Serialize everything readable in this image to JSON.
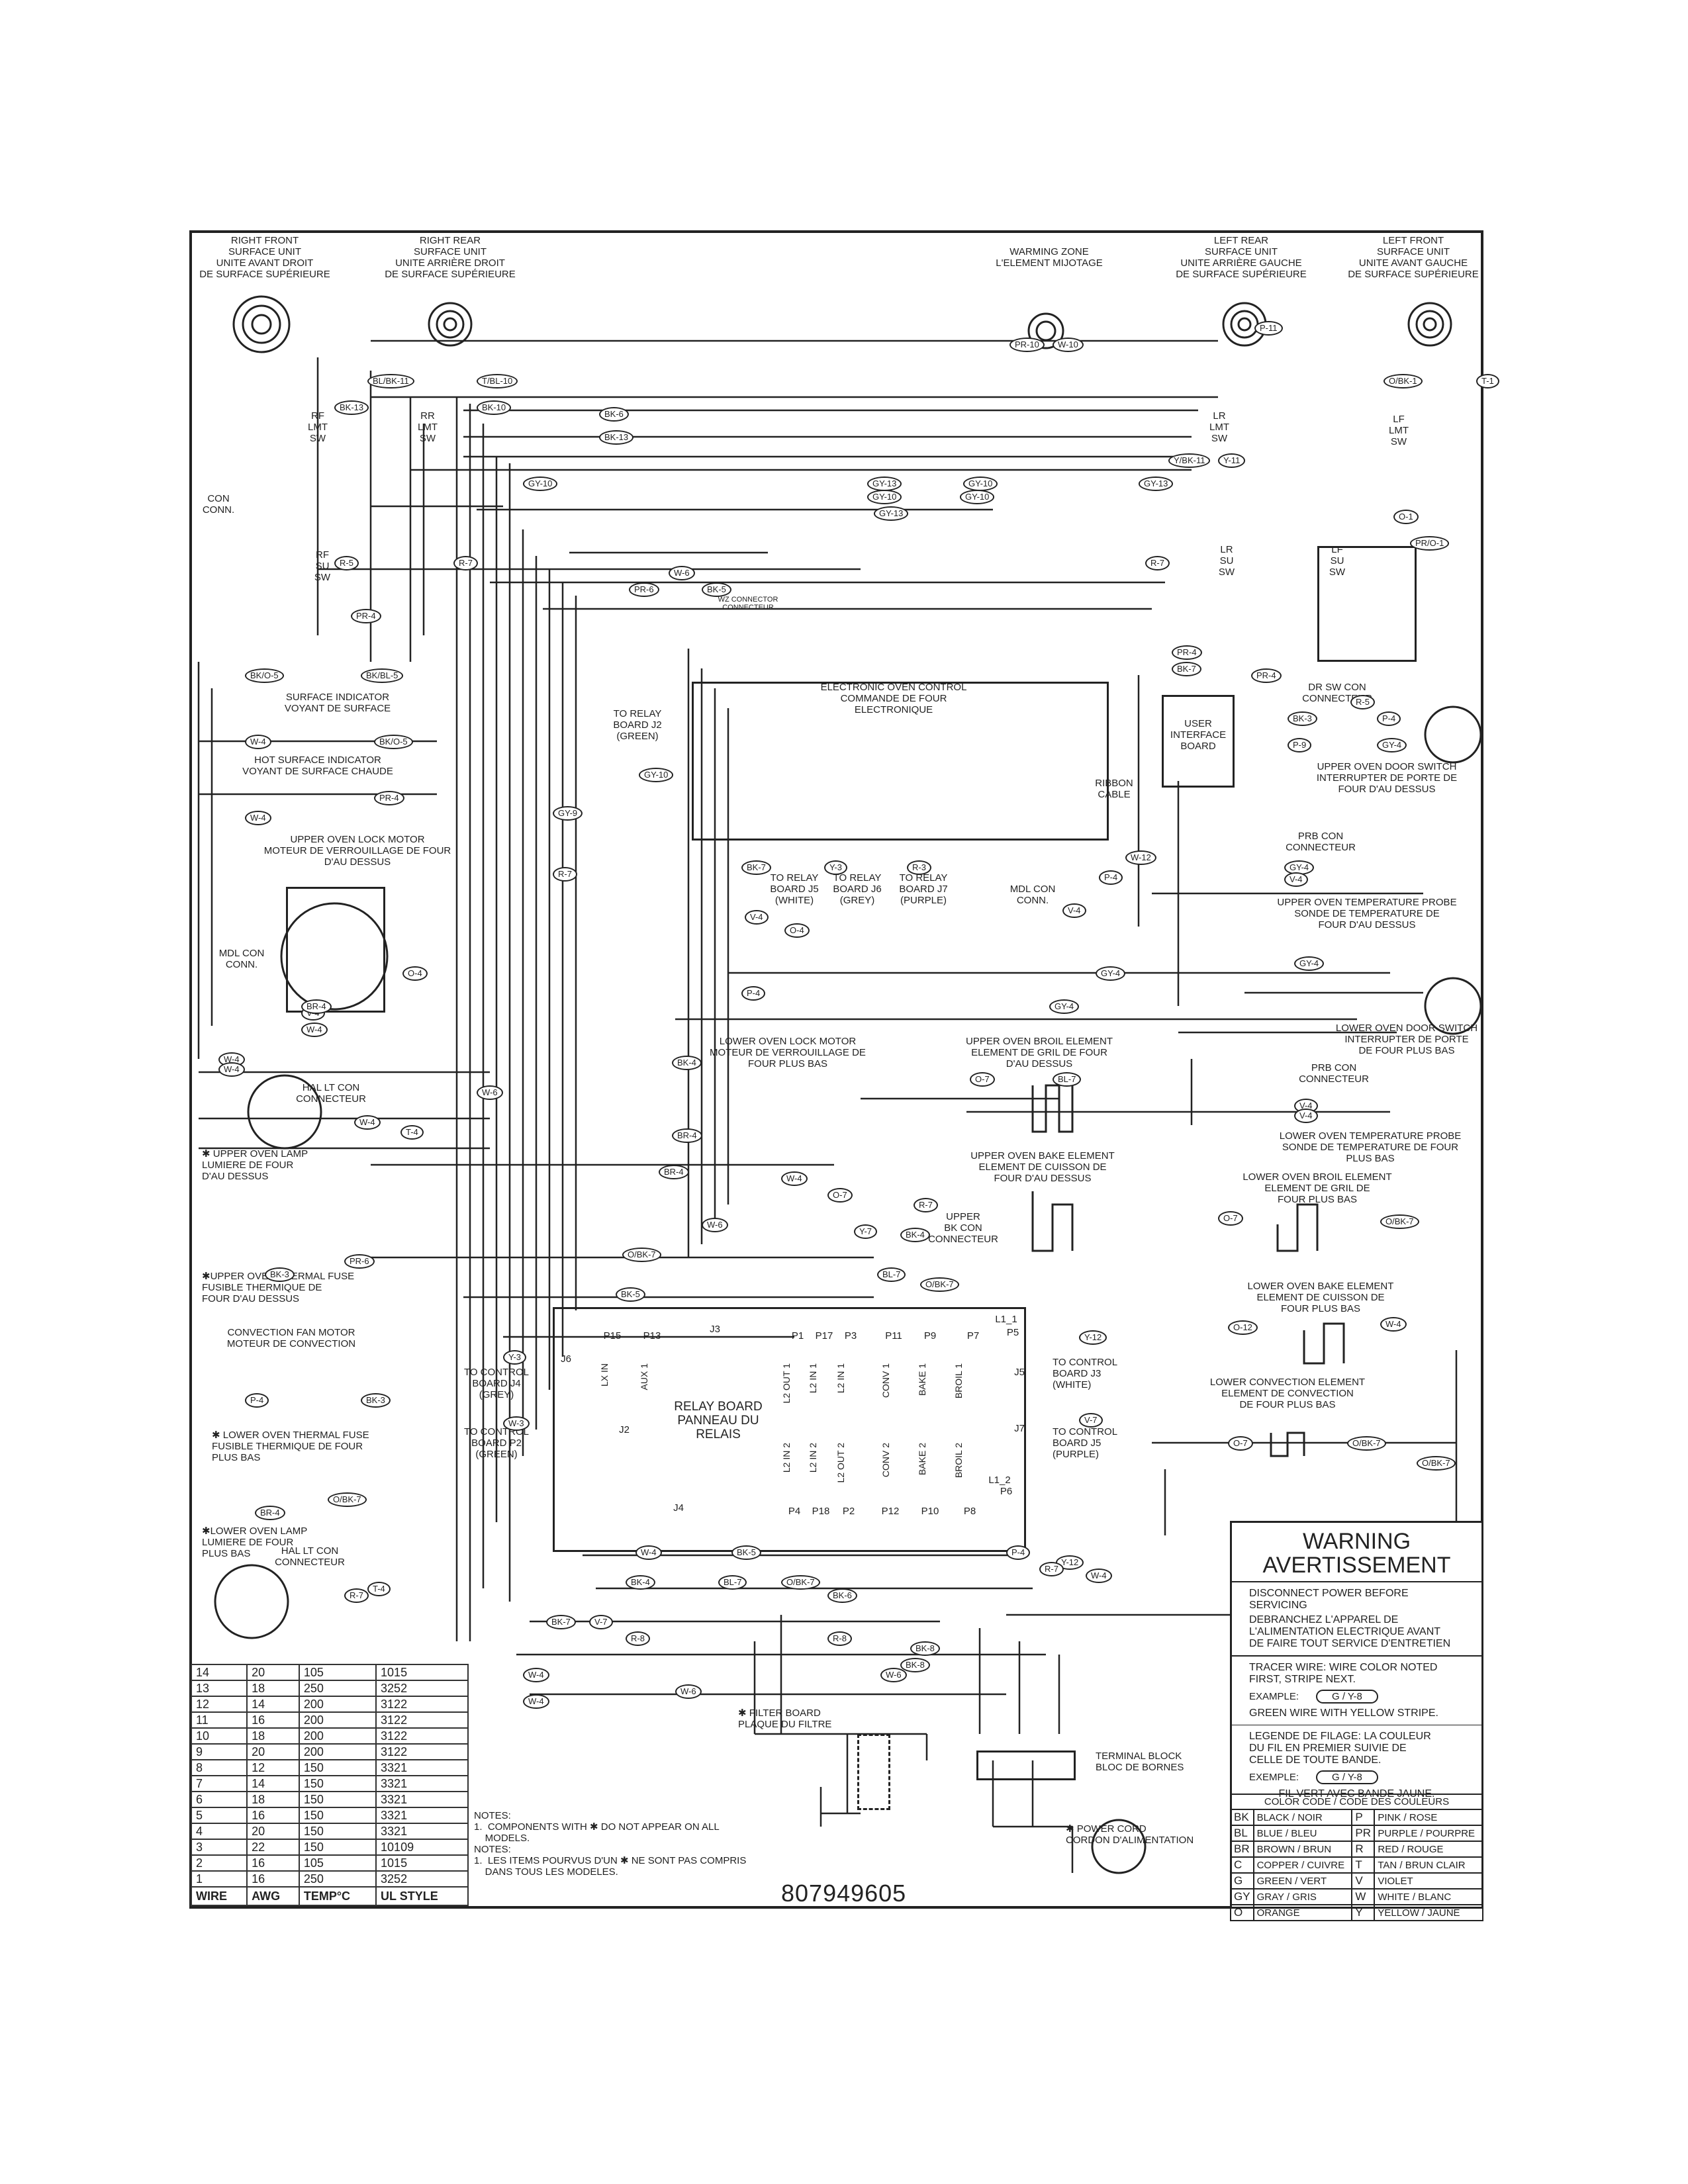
{
  "components": {
    "rf_unit": "RIGHT FRONT\nSURFACE UNIT\nUNITE AVANT DROIT\nDE SURFACE SUPÉRIEURE",
    "rr_unit": "RIGHT REAR\nSURFACE UNIT\nUNITE ARRIÈRE DROIT\nDE SURFACE SUPÉRIEURE",
    "warming": "WARMING ZONE\nL'ELEMENT MIJOTAGE",
    "lr_unit": "LEFT REAR\nSURFACE UNIT\nUNITE ARRIÈRE GAUCHE\nDE SURFACE SUPÉRIEURE",
    "lf_unit": "LEFT FRONT\nSURFACE UNIT\nUNITE AVANT GAUCHE\nDE SURFACE SUPÉRIEURE",
    "con_conn": "CON\nCONN.",
    "rf_lmt": "RF\nLMT\nSW",
    "rr_lmt": "RR\nLMT\nSW",
    "lr_lmt": "LR\nLMT\nSW",
    "lf_lmt": "LF\nLMT\nSW",
    "rf_su": "RF\nSU\nSW",
    "lr_su": "LR\nSU\nSW",
    "lf_su": "LF\nSU\nSW",
    "wz_conn": "WZ CONNECTOR\nCONNECTEUR",
    "surface_indicator": "SURFACE INDICATOR\nVOYANT DE SURFACE",
    "hot_surface": "HOT SURFACE INDICATOR\nVOYANT DE SURFACE CHAUDE",
    "eoc": "ELECTRONIC OVEN CONTROL\nCOMMANDE DE FOUR\nELECTRONIQUE",
    "to_relay_j2": "TO RELAY\nBOARD J2\n(GREEN)",
    "user_interface": "USER\nINTERFACE\nBOARD",
    "ribbon": "RIBBON\nCABLE",
    "to_relay_j5": "TO RELAY\nBOARD J5\n(WHITE)",
    "to_relay_j6": "TO RELAY\nBOARD J6\n(GREY)",
    "to_relay_j7": "TO RELAY\nBOARD J7\n(PURPLE)",
    "mdl_con": "MDL CON\nCONN.",
    "dr_sw_con": "DR SW CON\nCONNECTEUR",
    "upper_door_switch": "UPPER OVEN DOOR SWITCH\nINTERRUPTER DE PORTE DE\nFOUR D'AU DESSUS",
    "prb_con_upper": "PRB CON\nCONNECTEUR",
    "upper_probe": "UPPER OVEN TEMPERATURE PROBE\nSONDE DE TEMPERATURE DE\nFOUR D'AU DESSUS",
    "upper_lock_motor": "UPPER OVEN LOCK MOTOR\nMOTEUR DE VERROUILLAGE DE FOUR\nD'AU DESSUS",
    "mdl_con_left": "MDL CON\nCONN.",
    "lower_door_switch": "LOWER OVEN DOOR SWITCH\nINTERRUPTER DE PORTE\nDE FOUR PLUS BAS",
    "lower_lock_motor": "LOWER OVEN LOCK MOTOR\nMOTEUR DE VERROUILLAGE DE\nFOUR PLUS BAS",
    "upper_broil": "UPPER OVEN BROIL ELEMENT\nELEMENT DE GRIL DE FOUR\nD'AU DESSUS",
    "prb_con_lower": "PRB CON\nCONNECTEUR",
    "lower_probe": "LOWER OVEN TEMPERATURE PROBE\nSONDE DE TEMPERATURE DE FOUR\nPLUS BAS",
    "hal_lt_upper": "HAL LT CON\nCONNECTEUR",
    "upper_lamp": "✱ UPPER OVEN LAMP\nLUMIERE DE FOUR\nD'AU DESSUS",
    "upper_bake": "UPPER OVEN BAKE ELEMENT\nELEMENT DE CUISSON DE\nFOUR D'AU DESSUS",
    "upper_bk_con": "UPPER\nBK CON\nCONNECTEUR",
    "lower_broil": "LOWER OVEN BROIL ELEMENT\nELEMENT DE GRIL DE\nFOUR PLUS BAS",
    "upper_fuse": "✱UPPER OVEN THERMAL FUSE\nFUSIBLE THERMIQUE DE\nFOUR D'AU DESSUS",
    "conv_fan": "CONVECTION FAN MOTOR\nMOTEUR DE CONVECTION",
    "lower_bake": "LOWER OVEN BAKE ELEMENT\nELEMENT DE CUISSON DE\nFOUR PLUS BAS",
    "relay_board": "RELAY BOARD\nPANNEAU DU\nRELAIS",
    "to_control_j4": "TO CONTROL\nBOARD J4\n(GREY)",
    "to_control_p2": "TO CONTROL\nBOARD P2\n(GREEN)",
    "to_control_j3": "TO CONTROL\nBOARD J3\n(WHITE)",
    "to_control_j5": "TO CONTROL\nBOARD J5\n(PURPLE)",
    "lower_conv": "LOWER CONVECTION ELEMENT\nELEMENT DE CONVECTION\nDE FOUR PLUS BAS",
    "lower_fuse": "✱ LOWER OVEN THERMAL FUSE\nFUSIBLE THERMIQUE DE FOUR\nPLUS BAS",
    "lower_lamp": "✱LOWER OVEN LAMP\nLUMIERE DE FOUR\nPLUS BAS",
    "hal_lt_lower": "HAL LT CON\nCONNECTEUR",
    "filter_board": "✱ FILTER BOARD\nPLAQUE DU FILTRE",
    "terminal_block": "TERMINAL BLOCK\nBLOC DE BORNES",
    "power_cord": "✱ POWER CORD\nCORDON D'ALIMENTATION"
  },
  "relay_pins": {
    "top": [
      "P15",
      "P13",
      "J3",
      "P1",
      "P17",
      "P3",
      "P11",
      "P9",
      "P7",
      "L1_1",
      "P5"
    ],
    "bottom": [
      "J4",
      "P4",
      "P18",
      "P2",
      "P12",
      "P10",
      "P8",
      "L1_2",
      "P6"
    ],
    "side": [
      "J6",
      "J2",
      "J5",
      "J7"
    ],
    "columns": [
      "LX IN",
      "AUX 1",
      "L2 OUT 1",
      "L2 IN 1",
      "L2 IN 1",
      "CONV 1",
      "BAKE 1",
      "BROIL 1",
      "L2 IN 2",
      "L2 IN 2",
      "L2 OUT 2",
      "CONV 2",
      "BAKE 2",
      "BROIL 2"
    ]
  },
  "wire_tags": [
    "BL/BK-11",
    "T/BL-10",
    "BK-13",
    "BK-10",
    "BK-6",
    "BK-13",
    "P-11",
    "O/BK-1",
    "T-1",
    "PR-10",
    "W-10",
    "Y/BK-11",
    "Y-11",
    "GY-10",
    "GY-13",
    "GY-10",
    "GY-13",
    "GY-10",
    "GY-10",
    "GY-13",
    "O-1",
    "PR/O-1",
    "R-5",
    "R-7",
    "R-7",
    "W-6",
    "PR-6",
    "BK-5",
    "PR-4",
    "BK/BL-5",
    "PR-4",
    "BK-7",
    "PR-4",
    "R-5",
    "BK/O-5",
    "BK/O-5",
    "W-4",
    "PR-4",
    "W-4",
    "GY-10",
    "BK-3",
    "P-4",
    "P-9",
    "GY-4",
    "GY-9",
    "R-7",
    "BK-7",
    "Y-3",
    "R-3",
    "W-12",
    "P-4",
    "GY-4",
    "V-4",
    "V-4",
    "O-4",
    "V-4",
    "V-4",
    "O-4",
    "GY-4",
    "BR-4",
    "W-4",
    "W-4",
    "W-4",
    "W-6",
    "W-4",
    "T-4",
    "P-4",
    "GY-4",
    "V-4",
    "V-4",
    "GY-4",
    "BK-4",
    "O-7",
    "BL-7",
    "BR-4",
    "W-4",
    "BR-4",
    "O-7",
    "R-7",
    "W-6",
    "Y-7",
    "BK-4",
    "O/BK-7",
    "BL-7",
    "O-7",
    "O/BK-7",
    "PR-6",
    "BK-5",
    "O/BK-7",
    "BK-3",
    "Y-3",
    "Y-12",
    "O-12",
    "W-4",
    "P-4",
    "BK-3",
    "W-3",
    "V-7",
    "O-7",
    "O/BK-7",
    "O/BK-7",
    "O/BK-7",
    "BR-4",
    "W-4",
    "BK-5",
    "P-4",
    "BK-4",
    "BL-7",
    "Y-12",
    "W-4",
    "T-4",
    "R-7",
    "O/BK-7",
    "BK-6",
    "BK-7",
    "V-7",
    "R-7",
    "R-8",
    "R-8",
    "BK-8",
    "BK-8",
    "W-6",
    "W-4",
    "W-4",
    "W-6"
  ],
  "wire_table": {
    "headers": [
      "WIRE",
      "AWG",
      "TEMP°C",
      "UL STYLE"
    ],
    "rows": [
      [
        "14",
        "20",
        "105",
        "1015"
      ],
      [
        "13",
        "18",
        "250",
        "3252"
      ],
      [
        "12",
        "14",
        "200",
        "3122"
      ],
      [
        "11",
        "16",
        "200",
        "3122"
      ],
      [
        "10",
        "18",
        "200",
        "3122"
      ],
      [
        "9",
        "20",
        "200",
        "3122"
      ],
      [
        "8",
        "12",
        "150",
        "3321"
      ],
      [
        "7",
        "14",
        "150",
        "3321"
      ],
      [
        "6",
        "18",
        "150",
        "3321"
      ],
      [
        "5",
        "16",
        "150",
        "3321"
      ],
      [
        "4",
        "20",
        "150",
        "3321"
      ],
      [
        "3",
        "22",
        "150",
        "10109"
      ],
      [
        "2",
        "16",
        "105",
        "1015"
      ],
      [
        "1",
        "16",
        "250",
        "3252"
      ]
    ]
  },
  "notes": "NOTES:\n1.  COMPONENTS WITH ✱ DO NOT APPEAR ON ALL\n    MODELS.\nNOTES:\n1.  LES ITEMS POURVUS D'UN ✱ NE SONT PAS COMPRIS\n    DANS TOUS LES MODELES.",
  "part_number": "807949605",
  "warning": {
    "title": "WARNING",
    "title_fr": "AVERTISSEMENT",
    "disconnect": "DISCONNECT POWER BEFORE SERVICING",
    "disconnect_fr": "DEBRANCHEZ L'APPAREL DE\nL'ALIMENTATION ELECTRIQUE AVANT\nDE FAIRE TOUT SERVICE D'ENTRETIEN",
    "tracer": "TRACER WIRE: WIRE COLOR NOTED\nFIRST, STRIPE NEXT.",
    "example_label": "EXAMPLE:",
    "example_value": "G / Y-8",
    "green_stripe": "GREEN WIRE WITH YELLOW STRIPE.",
    "legend_fr": "LEGENDE DE FILAGE: LA COULEUR\nDU FIL EN PREMIER SUIVIE DE\nCELLE DE TOUTE BANDE.",
    "example_label_fr": "EXEMPLE:",
    "example_value_fr": "G / Y-8",
    "green_stripe_fr": "FIL VERT AVEC BANDE JAUNE.",
    "color_code_title": "COLOR CODE / CODE DES COULEURS",
    "color_codes": [
      [
        "BK",
        "BLACK / NOIR",
        "P",
        "PINK / ROSE"
      ],
      [
        "BL",
        "BLUE / BLEU",
        "PR",
        "PURPLE / POURPRE"
      ],
      [
        "BR",
        "BROWN / BRUN",
        "R",
        "RED / ROUGE"
      ],
      [
        "C",
        "COPPER / CUIVRE",
        "T",
        "TAN / BRUN CLAIR"
      ],
      [
        "G",
        "GREEN / VERT",
        "V",
        "VIOLET"
      ],
      [
        "GY",
        "GRAY / GRIS",
        "W",
        "WHITE / BLANC"
      ],
      [
        "O",
        "ORANGE",
        "Y",
        "YELLOW / JAUNE"
      ]
    ]
  }
}
